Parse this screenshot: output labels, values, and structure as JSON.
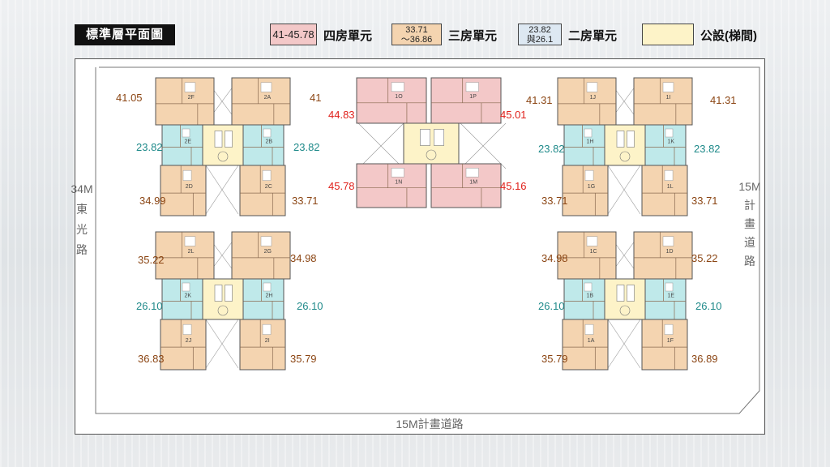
{
  "header": {
    "title": "標準層平面圖"
  },
  "legend": [
    {
      "swatch_lines": [
        "41-45.78"
      ],
      "label": "四房單元",
      "color": "#f3c8c8"
    },
    {
      "swatch_lines": [
        "33.71",
        "～36.86"
      ],
      "label": "三房單元",
      "color": "#f4d4b0"
    },
    {
      "swatch_lines": [
        "23.82",
        "與26.1"
      ],
      "label": "二房單元",
      "color": "#dde8f2"
    },
    {
      "swatch_lines": [],
      "label": "公設(梯間)",
      "color": "#fdf3c8"
    }
  ],
  "colors": {
    "four_room": "#f3c8c8",
    "three_room": "#f4d4b0",
    "two_room": "#bfe9ea",
    "public": "#fdf3c8",
    "line": "#555555"
  },
  "roads": {
    "left_lines": [
      "34M",
      "東",
      "光",
      "路"
    ],
    "right_lines": [
      "15M",
      "計",
      "畫",
      "道",
      "路"
    ],
    "bottom": "15M計畫道路"
  },
  "units": {
    "b1a": {
      "tl": "2F",
      "tr": "2A",
      "ml": "2E",
      "mr": "2B",
      "bl": "2D",
      "br": "2C"
    },
    "b1b": {
      "tl": "2L",
      "tr": "2G",
      "ml": "2K",
      "mr": "2H",
      "bl": "2J",
      "br": "2I"
    },
    "b2": {
      "tl": "1O",
      "tr": "1P",
      "bl": "1N",
      "br": "1M"
    },
    "b3a": {
      "tl": "1J",
      "tr": "1I",
      "ml": "1H",
      "mr": "1K",
      "bl": "1G",
      "br": "1L"
    },
    "b3b": {
      "tl": "1C",
      "tr": "1D",
      "ml": "1B",
      "mr": "1E",
      "bl": "1A",
      "br": "1F"
    }
  },
  "areas": {
    "l1": "41.05",
    "l2": "41",
    "l3": "23.82",
    "l4": "23.82",
    "l5": "34.99",
    "l6": "33.71",
    "l7": "35.22",
    "l8": "34.98",
    "l9": "26.10",
    "l10": "26.10",
    "l11": "36.83",
    "l12": "35.79",
    "c1": "44.83",
    "c2": "45.01",
    "c3": "45.78",
    "c4": "45.16",
    "r1": "41.31",
    "r2": "41.31",
    "r3": "23.82",
    "r4": "23.82",
    "r5": "33.71",
    "r6": "33.71",
    "r7": "34.98",
    "r8": "35.22",
    "r9": "26.10",
    "r10": "26.10",
    "r11": "35.79",
    "r12": "36.89"
  }
}
